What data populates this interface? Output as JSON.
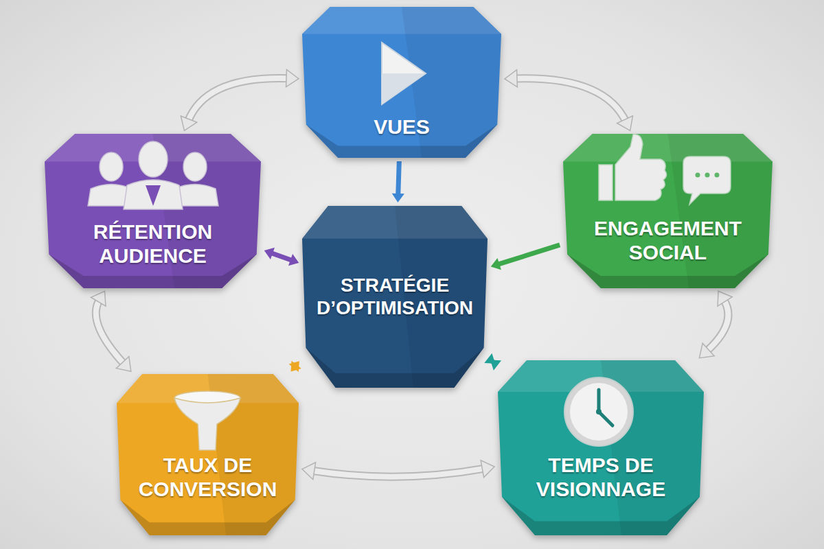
{
  "diagram": {
    "nodes": [
      {
        "text": [
          "VUES"
        ]
      },
      {
        "text": [
          "RÉTENTION AUDIENCE"
        ]
      },
      {
        "text": [
          "STRATÉGIE D’OPTIMISATION"
        ]
      },
      {
        "text": [
          "ENGAGEMENT SOCIAL"
        ]
      },
      {
        "text": [
          "TAUX DE CONVERSION"
        ]
      },
      {
        "text": [
          "TEMPS DE VISIONNAGE"
        ]
      }
    ],
    "edges": [
      {
        "from": 0,
        "to": 2,
        "arrow": "to"
      },
      {
        "from": 1,
        "to": 2,
        "arrow": "both"
      },
      {
        "from": 3,
        "to": 2,
        "arrow": "to"
      },
      {
        "from": 4,
        "to": 2,
        "arrow": "both"
      },
      {
        "from": 5,
        "to": 2,
        "arrow": "both"
      },
      {
        "from": 0,
        "to": 3,
        "arrow": "both"
      },
      {
        "from": 3,
        "to": 5,
        "arrow": "both"
      },
      {
        "from": 5,
        "to": 4,
        "arrow": "both"
      },
      {
        "from": 4,
        "to": 1,
        "arrow": "both"
      },
      {
        "from": 1,
        "to": 0,
        "arrow": "both"
      }
    ]
  }
}
